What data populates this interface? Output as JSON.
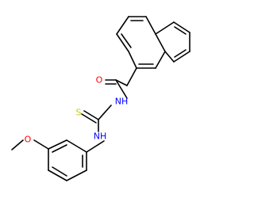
{
  "molecule": {
    "colors": {
      "bond": "#000000",
      "oxygen": "#ff0000",
      "nitrogen": "#0000ff",
      "sulfur": "#cccc00",
      "background": "#ffffff"
    },
    "atoms": {
      "carbonyl_oxygen": "O",
      "imide_nitrogen": "NH",
      "thione_sulfur": "S",
      "aryl_amine_nitrogen": "NH",
      "methoxy_oxygen": "O"
    }
  }
}
